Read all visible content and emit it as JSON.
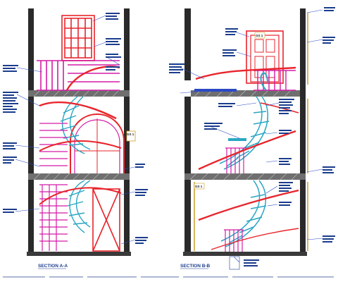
{
  "sections": [
    {
      "title": "SECTION A-A",
      "tags": [
        "GS 1"
      ]
    },
    {
      "title": "SECTION B-B",
      "tags": [
        "GS 1",
        "GS 1"
      ]
    }
  ],
  "colors": {
    "wall": "#2a2a2a",
    "hatch": "#6f6f6f",
    "red": "#e8242c",
    "magenta": "#d41ba6",
    "cyan": "#2aa6c4",
    "blue": "#2b49c6",
    "note": "#1a3c8c",
    "gold": "#c9a12c"
  },
  "icons": [
    "door-panel-icon",
    "spiral-stair-icon",
    "handrail-icon",
    "leader-line-icon"
  ]
}
